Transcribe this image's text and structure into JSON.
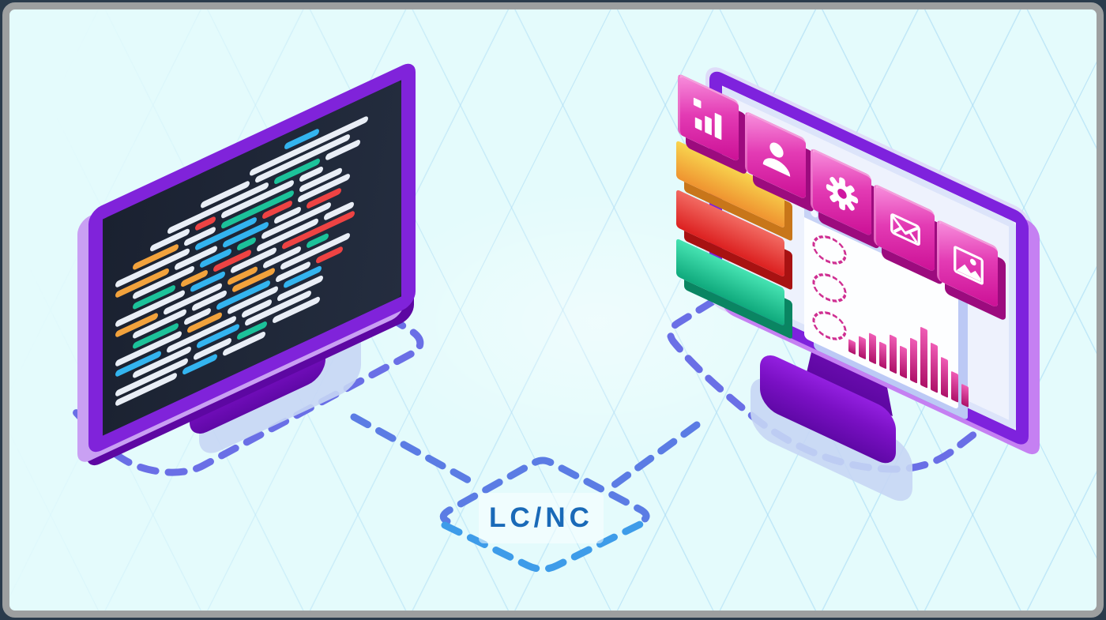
{
  "scene": {
    "title_label": "LC/NC",
    "background": "#e4fbfc",
    "frame_border": "#9d9fa0",
    "grid_color": "#7dc3ee",
    "dash_ring_color": "#6a6fe6",
    "dash_connector_color": "#5b7ce4",
    "dash_diamond_bottom_color": "#3e9ce9"
  },
  "left_monitor": {
    "type": "code-editor-screen",
    "frame_color": "#8023da",
    "frame_side_color": "#c9a0f3",
    "screen_color": "#1c2433",
    "stand_color": "#7a10c4",
    "palette": {
      "w": "#e9eef6",
      "o": "#f2a23c",
      "g": "#1cc29a",
      "c": "#33b4ef",
      "r": "#ee4343"
    },
    "code_rows": [
      {
        "indent": 214,
        "segs": [
          [
            "c",
            44
          ]
        ]
      },
      {
        "indent": 170,
        "segs": [
          [
            "w",
            150
          ]
        ]
      },
      {
        "indent": 108,
        "segs": [
          [
            "w",
            62
          ],
          [
            "w",
            120
          ]
        ]
      },
      {
        "indent": 66,
        "segs": [
          [
            "w",
            128
          ],
          [
            "g",
            58
          ],
          [
            "w",
            44
          ]
        ]
      },
      {
        "indent": 44,
        "segs": [
          [
            "w",
            50
          ],
          [
            "r",
            26
          ],
          [
            "w",
            92
          ],
          [
            "w",
            30
          ]
        ]
      },
      {
        "indent": 22,
        "segs": [
          [
            "o",
            58
          ],
          [
            "w",
            40
          ],
          [
            "g",
            92
          ],
          [
            "w",
            54
          ]
        ]
      },
      {
        "indent": 0,
        "segs": [
          [
            "w",
            94
          ],
          [
            "c",
            78
          ],
          [
            "r",
            38
          ],
          [
            "w",
            66
          ]
        ]
      },
      {
        "indent": 0,
        "segs": [
          [
            "o",
            68
          ],
          [
            "w",
            54
          ],
          [
            "c",
            58
          ],
          [
            "w",
            34
          ],
          [
            "r",
            44
          ]
        ]
      },
      {
        "indent": 22,
        "segs": [
          [
            "w",
            78
          ],
          [
            "c",
            40
          ],
          [
            "g",
            24
          ],
          [
            "w",
            88
          ]
        ]
      },
      {
        "indent": 22,
        "segs": [
          [
            "g",
            54
          ],
          [
            "o",
            34
          ],
          [
            "r",
            48
          ],
          [
            "w",
            78
          ],
          [
            "w",
            38
          ]
        ]
      },
      {
        "indent": 0,
        "segs": [
          [
            "w",
            88
          ],
          [
            "c",
            44
          ],
          [
            "w",
            58
          ],
          [
            "r",
            92
          ]
        ]
      },
      {
        "indent": 0,
        "segs": [
          [
            "o",
            54
          ],
          [
            "w",
            74
          ],
          [
            "o",
            38
          ],
          [
            "w",
            48
          ],
          [
            "g",
            28
          ]
        ]
      },
      {
        "indent": 22,
        "segs": [
          [
            "w",
            68
          ],
          [
            "w",
            44
          ],
          [
            "o",
            54
          ],
          [
            "w",
            88
          ]
        ]
      },
      {
        "indent": 22,
        "segs": [
          [
            "g",
            58
          ],
          [
            "w",
            34
          ],
          [
            "c",
            68
          ],
          [
            "w",
            44
          ],
          [
            "r",
            34
          ]
        ]
      },
      {
        "indent": 0,
        "segs": [
          [
            "w",
            84
          ],
          [
            "o",
            44
          ],
          [
            "w",
            64
          ],
          [
            "c",
            48
          ]
        ]
      },
      {
        "indent": 0,
        "segs": [
          [
            "c",
            58
          ],
          [
            "w",
            88
          ],
          [
            "w",
            38
          ],
          [
            "w",
            58
          ]
        ]
      },
      {
        "indent": 22,
        "segs": [
          [
            "w",
            74
          ],
          [
            "c",
            54
          ],
          [
            "w",
            84
          ]
        ]
      },
      {
        "indent": 0,
        "segs": [
          [
            "w",
            92
          ],
          [
            "w",
            48
          ],
          [
            "g",
            38
          ],
          [
            "w",
            60
          ]
        ]
      },
      {
        "indent": 0,
        "segs": [
          [
            "w",
            78
          ],
          [
            "c",
            44
          ],
          [
            "w",
            54
          ]
        ]
      }
    ]
  },
  "right_monitor": {
    "type": "no-code-builder-screen",
    "frame_color": "#7e22dd",
    "frame_side_color": "#c580f2",
    "screen_color": "#eef2fd",
    "stand_color": "#7a10c4",
    "tile_gradient": [
      "#f78cdb",
      "#cb0f95"
    ],
    "tile_shadow": "#9c0b7e",
    "tiles": [
      {
        "icon": "bar-chart-icon"
      },
      {
        "icon": "user-icon"
      },
      {
        "icon": "gear-icon"
      },
      {
        "icon": "mail-icon"
      },
      {
        "icon": "image-icon"
      }
    ],
    "side_bars": [
      {
        "name": "orange-bar",
        "top": "#f8d54f",
        "bottom": "#ef9330",
        "shadow": "#c8761a"
      },
      {
        "name": "red-bar",
        "top": "#f26a62",
        "bottom": "#dc2020",
        "shadow": "#a81212"
      },
      {
        "name": "green-bar",
        "top": "#46e3b2",
        "bottom": "#0fa97c",
        "shadow": "#0a8562"
      }
    ],
    "window": {
      "dot_count": 3,
      "ellipse_count": 3,
      "ellipse_color": "#cf2f92",
      "chart_bars": [
        16,
        26,
        36,
        31,
        46,
        38,
        54,
        74,
        60,
        48,
        36,
        26
      ],
      "bar_top": "#ef5cb5",
      "bar_bottom": "#ae1168"
    }
  }
}
